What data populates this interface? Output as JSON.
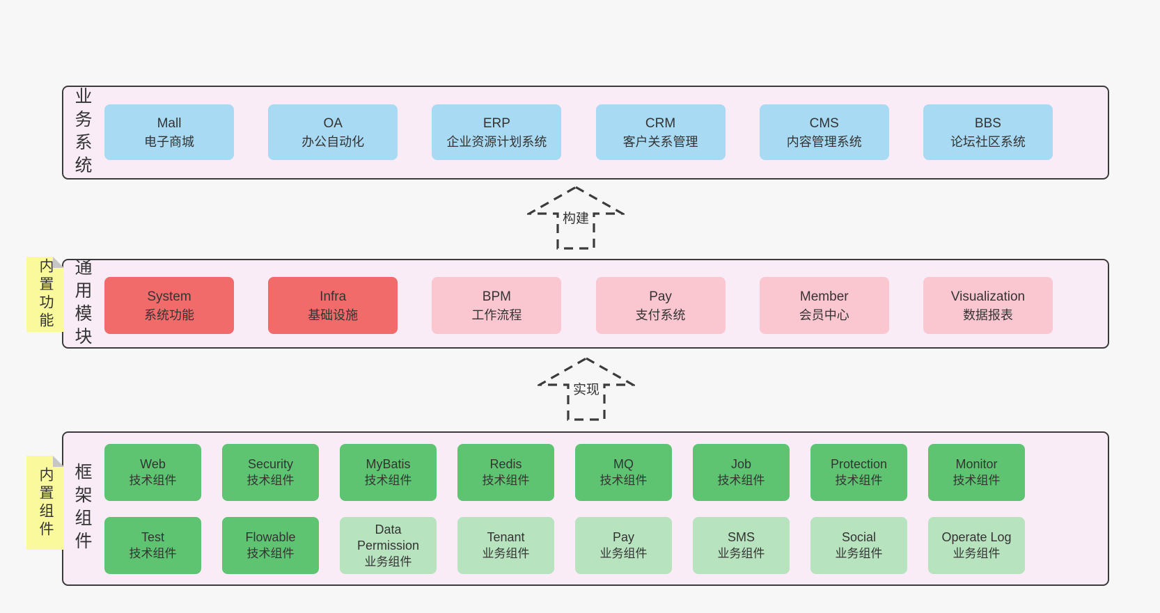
{
  "colors": {
    "page-bg": "#f7f7f7",
    "band-bg": "#f9ecf6",
    "line": "#3b3b3b",
    "text": "#333333",
    "blue": "#a9daf3",
    "red": "#f16b6b",
    "pink": "#fac7d1",
    "green": "#5ec471",
    "green-light": "#b8e3bf",
    "note-yellow": "#fafa9d",
    "fold-gray": "#c6c6c6"
  },
  "arrows": [
    {
      "label": "构建"
    },
    {
      "label": "实现"
    }
  ],
  "bands": [
    {
      "label": "业务系统",
      "boxes": [
        {
          "title": "Mall",
          "subtitle": "电子商城",
          "variant": "blue"
        },
        {
          "title": "OA",
          "subtitle": "办公自动化",
          "variant": "blue"
        },
        {
          "title": "ERP",
          "subtitle": "企业资源计划系统",
          "variant": "blue"
        },
        {
          "title": "CRM",
          "subtitle": "客户关系管理",
          "variant": "blue"
        },
        {
          "title": "CMS",
          "subtitle": "内容管理系统",
          "variant": "blue"
        },
        {
          "title": "BBS",
          "subtitle": "论坛社区系统",
          "variant": "blue"
        }
      ]
    },
    {
      "label": "通用模块",
      "note": "内置功能",
      "boxes": [
        {
          "title": "System",
          "subtitle": "系统功能",
          "variant": "red"
        },
        {
          "title": "Infra",
          "subtitle": "基础设施",
          "variant": "red"
        },
        {
          "title": "BPM",
          "subtitle": "工作流程",
          "variant": "pink"
        },
        {
          "title": "Pay",
          "subtitle": "支付系统",
          "variant": "pink"
        },
        {
          "title": "Member",
          "subtitle": "会员中心",
          "variant": "pink"
        },
        {
          "title": "Visualization",
          "subtitle": "数据报表",
          "variant": "pink"
        }
      ]
    },
    {
      "label": "框架组件",
      "note": "内置组件",
      "rows": [
        [
          {
            "title": "Web",
            "subtitle": "技术组件",
            "variant": "green"
          },
          {
            "title": "Security",
            "subtitle": "技术组件",
            "variant": "green"
          },
          {
            "title": "MyBatis",
            "subtitle": "技术组件",
            "variant": "green"
          },
          {
            "title": "Redis",
            "subtitle": "技术组件",
            "variant": "green"
          },
          {
            "title": "MQ",
            "subtitle": "技术组件",
            "variant": "green"
          },
          {
            "title": "Job",
            "subtitle": "技术组件",
            "variant": "green"
          },
          {
            "title": "Protection",
            "subtitle": "技术组件",
            "variant": "green"
          },
          {
            "title": "Monitor",
            "subtitle": "技术组件",
            "variant": "green"
          }
        ],
        [
          {
            "title": "Test",
            "subtitle": "技术组件",
            "variant": "green"
          },
          {
            "title": "Flowable",
            "subtitle": "技术组件",
            "variant": "green"
          },
          {
            "title": "Data Permission",
            "subtitle": "业务组件",
            "variant": "green-light"
          },
          {
            "title": "Tenant",
            "subtitle": "业务组件",
            "variant": "green-light"
          },
          {
            "title": "Pay",
            "subtitle": "业务组件",
            "variant": "green-light"
          },
          {
            "title": "SMS",
            "subtitle": "业务组件",
            "variant": "green-light"
          },
          {
            "title": "Social",
            "subtitle": "业务组件",
            "variant": "green-light"
          },
          {
            "title": "Operate Log",
            "subtitle": "业务组件",
            "variant": "green-light"
          }
        ]
      ]
    }
  ]
}
